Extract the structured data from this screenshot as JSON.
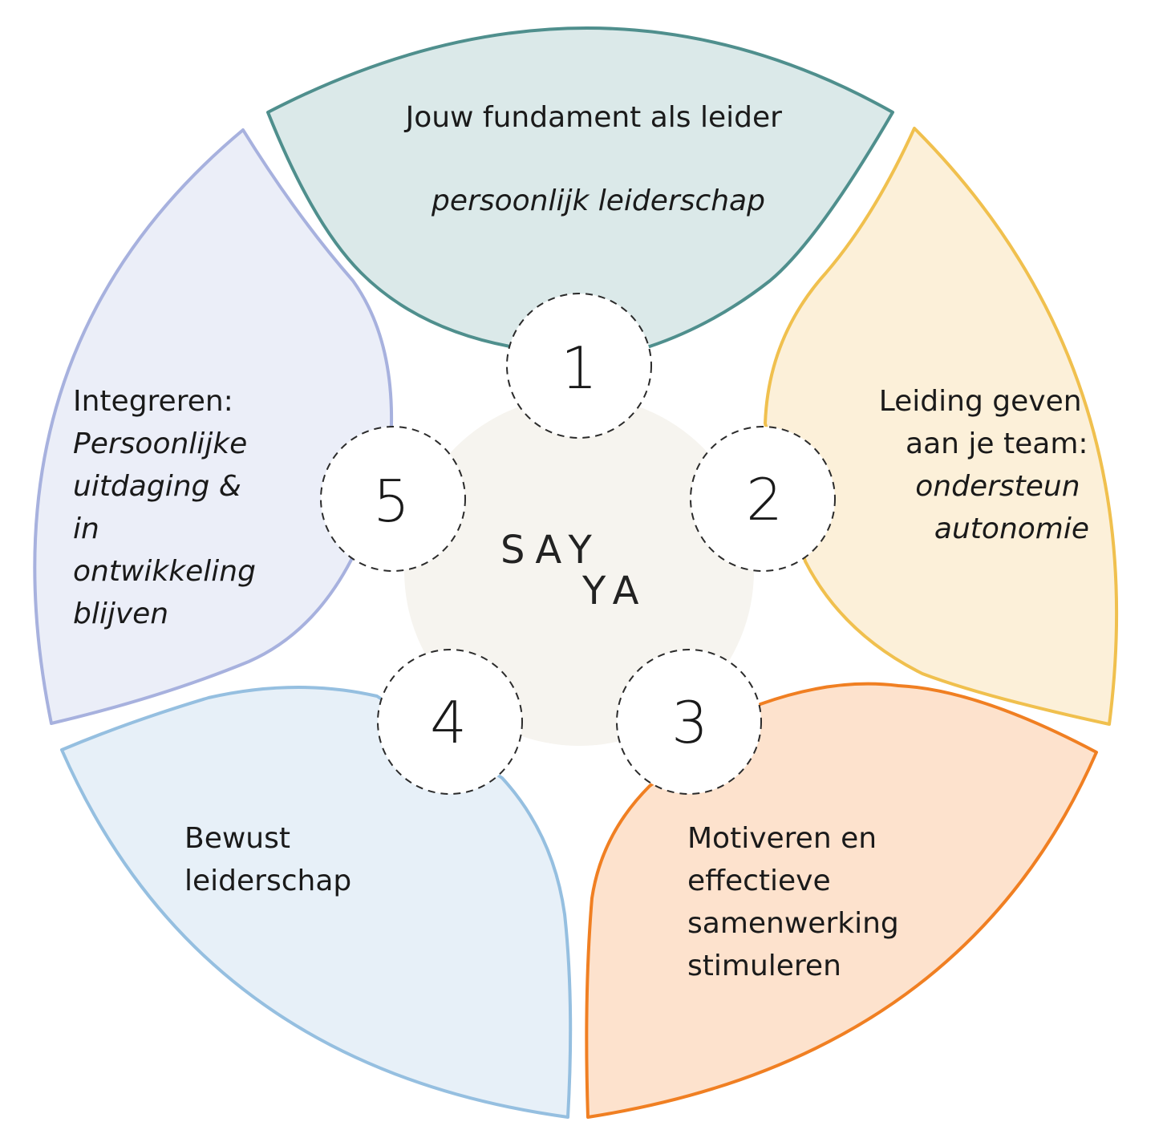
{
  "colors": {
    "segment_1": {
      "fill": "#dbe9e9",
      "stroke": "#4f8f8d"
    },
    "segment_2": {
      "fill": "#fcf0d9",
      "stroke": "#f0c04e"
    },
    "segment_3": {
      "fill": "#fde2cd",
      "stroke": "#f07f22"
    },
    "segment_4": {
      "fill": "#e7f0f8",
      "stroke": "#95bfe0"
    },
    "segment_5": {
      "fill": "#ebeef8",
      "stroke": "#a7b1de"
    },
    "center_disc": "#f6f4ef",
    "number_circle_fill": "#ffffff",
    "number_circle_stroke": "#2a2a2a"
  },
  "logo": {
    "line1": "SAY",
    "line2": "YA"
  },
  "segments": [
    {
      "number": "1",
      "lines": [
        {
          "text": "Jouw fundament als leider",
          "italic": false
        },
        {
          "text": "persoonlijk leiderschap",
          "italic": true
        }
      ]
    },
    {
      "number": "2",
      "lines": [
        {
          "text": "Leiding geven",
          "italic": false
        },
        {
          "text": "aan je team:",
          "italic": false
        },
        {
          "text": "ondersteun",
          "italic": true
        },
        {
          "text": "autonomie",
          "italic": true
        }
      ]
    },
    {
      "number": "3",
      "lines": [
        {
          "text": "Motiveren en",
          "italic": false
        },
        {
          "text": "effectieve",
          "italic": false
        },
        {
          "text": "samenwerking",
          "italic": false
        },
        {
          "text": "stimuleren",
          "italic": false
        }
      ]
    },
    {
      "number": "4",
      "lines": [
        {
          "text": "Bewust",
          "italic": false
        },
        {
          "text": "leiderschap",
          "italic": false
        }
      ]
    },
    {
      "number": "5",
      "lines": [
        {
          "text": "Integreren:",
          "italic": false
        },
        {
          "text": "Persoonlijke",
          "italic": true
        },
        {
          "text": "uitdaging &",
          "italic": true
        },
        {
          "text": "in",
          "italic": true
        },
        {
          "text": "ontwikkeling",
          "italic": true
        },
        {
          "text": "blijven",
          "italic": true
        }
      ]
    }
  ]
}
